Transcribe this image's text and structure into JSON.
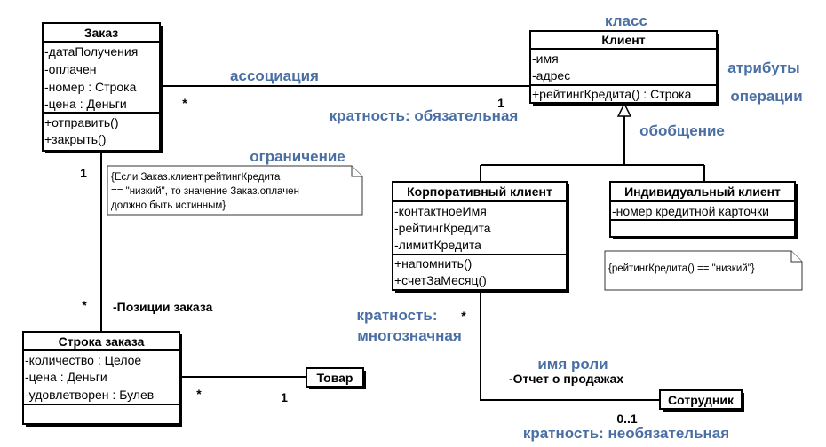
{
  "classes": {
    "order": {
      "name": "Заказ",
      "attributes": [
        "-датаПолучения",
        "-оплачен",
        "-номер : Строка",
        "-цена : Деньги"
      ],
      "operations": [
        "+отправить()",
        "+закрыть()"
      ]
    },
    "client": {
      "name": "Клиент",
      "attributes": [
        "-имя",
        "-адрес"
      ],
      "operations": [
        "+рейтингКредита() : Строка"
      ]
    },
    "corporate_client": {
      "name": "Корпоративный клиент",
      "attributes": [
        "-контактноеИмя",
        "-рейтингКредита",
        "-лимитКредита"
      ],
      "operations": [
        "+напомнить()",
        "+счетЗаМесяц()"
      ]
    },
    "individual_client": {
      "name": "Индивидуальный клиент",
      "attributes": [
        "-номер кредитной карточки"
      ],
      "operations": []
    },
    "order_line": {
      "name": "Строка заказа",
      "attributes": [
        "-количество : Целое",
        "-цена : Деньги",
        "-удовлетворен : Булев"
      ],
      "operations": []
    },
    "product": {
      "name": "Товар"
    },
    "employee": {
      "name": "Сотрудник"
    }
  },
  "notes": {
    "constraint": [
      "{Если Заказ.клиент.рейтингКредита",
      "== \"низкий\", то значение Заказ.оплачен",
      "должно быть истинным}"
    ],
    "individual": "{рейтингКредита() == \"низкий\"}"
  },
  "labels": {
    "class": "класс",
    "attributes": "атрибуты",
    "operations": "операции",
    "association": "ассоциация",
    "multiplicity_mandatory": "кратность: обязательная",
    "generalization": "обобщение",
    "constraint": "ограничение",
    "multiplicity_many_1": "кратность:",
    "multiplicity_many_2": "многозначная",
    "role_name": "имя роли",
    "multiplicity_optional": "кратность: необязательная",
    "order_lines_role": "-Позиции заказа",
    "sales_rep_role": "-Отчет о продажах"
  },
  "multiplicities": {
    "order_client_order_end": "*",
    "order_client_client_end": "1",
    "order_line_order_end": "1",
    "order_line_line_end": "*",
    "line_product_line_end": "*",
    "line_product_product_end": "1",
    "corp_employee_corp_end": "*",
    "corp_employee_employee_end": "0..1"
  },
  "colors": {
    "label_blue": "#4a6fa5",
    "line": "#000000",
    "background": "#ffffff"
  }
}
